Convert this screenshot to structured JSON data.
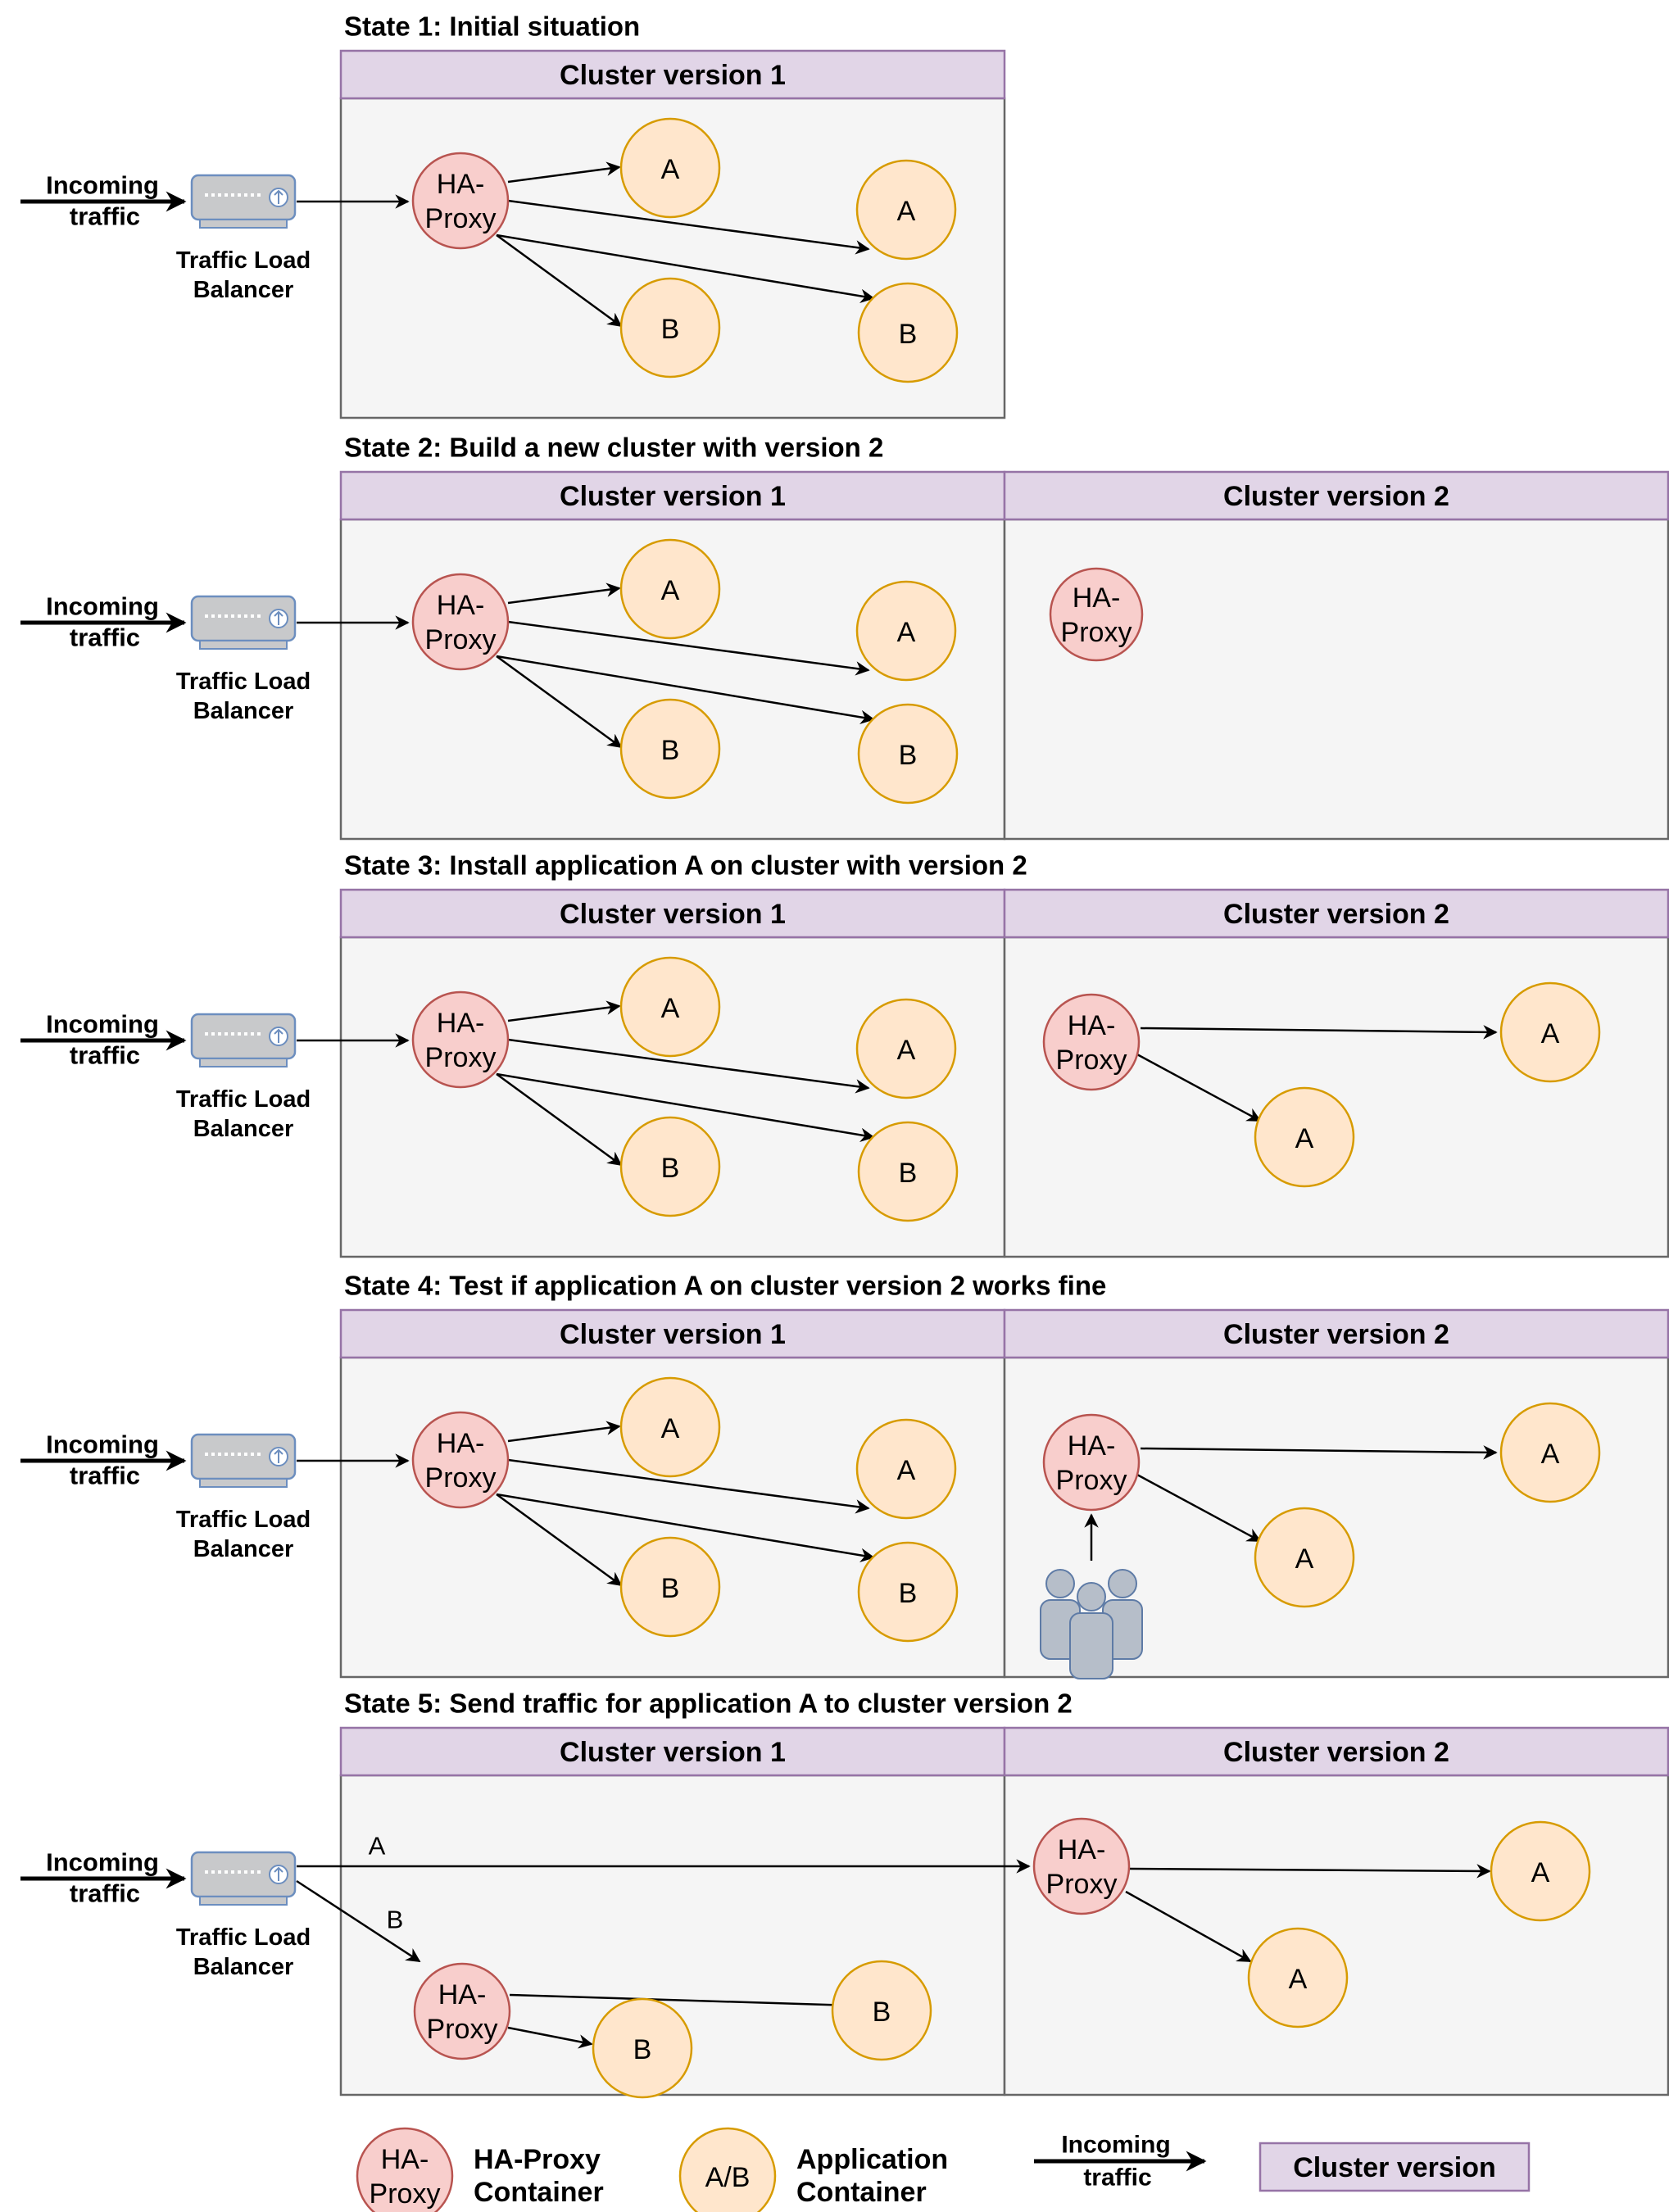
{
  "states": [
    {
      "title": "State 1: Initial situation",
      "clusters": [
        "Cluster version 1"
      ],
      "lb": {
        "line1": "Incoming",
        "line2": "traffic",
        "label1": "Traffic Load",
        "label2": "Balancer"
      },
      "nodes": [
        {
          "kind": "proxy",
          "l1": "HA-",
          "l2": "Proxy"
        },
        {
          "kind": "app",
          "label": "A"
        },
        {
          "kind": "app",
          "label": "A"
        },
        {
          "kind": "app",
          "label": "B"
        },
        {
          "kind": "app",
          "label": "B"
        }
      ]
    },
    {
      "title": "State 2: Build a new cluster with version 2",
      "clusters": [
        "Cluster version 1",
        "Cluster version 2"
      ],
      "lb": {
        "line1": "Incoming",
        "line2": "traffic",
        "label1": "Traffic Load",
        "label2": "Balancer"
      },
      "nodes": [
        {
          "kind": "proxy",
          "l1": "HA-",
          "l2": "Proxy"
        },
        {
          "kind": "app",
          "label": "A"
        },
        {
          "kind": "app",
          "label": "A"
        },
        {
          "kind": "app",
          "label": "B"
        },
        {
          "kind": "app",
          "label": "B"
        },
        {
          "kind": "proxy",
          "l1": "HA-",
          "l2": "Proxy"
        }
      ]
    },
    {
      "title": "State 3: Install application A on cluster with version 2",
      "clusters": [
        "Cluster version 1",
        "Cluster version 2"
      ],
      "lb": {
        "line1": "Incoming",
        "line2": "traffic",
        "label1": "Traffic Load",
        "label2": "Balancer"
      },
      "nodes": [
        {
          "kind": "proxy",
          "l1": "HA-",
          "l2": "Proxy"
        },
        {
          "kind": "app",
          "label": "A"
        },
        {
          "kind": "app",
          "label": "A"
        },
        {
          "kind": "app",
          "label": "B"
        },
        {
          "kind": "app",
          "label": "B"
        },
        {
          "kind": "proxy",
          "l1": "HA-",
          "l2": "Proxy"
        },
        {
          "kind": "app",
          "label": "A"
        },
        {
          "kind": "app",
          "label": "A"
        }
      ]
    },
    {
      "title": "State 4: Test if application A on cluster version 2 works fine",
      "clusters": [
        "Cluster version 1",
        "Cluster version 2"
      ],
      "lb": {
        "line1": "Incoming",
        "line2": "traffic",
        "label1": "Traffic Load",
        "label2": "Balancer"
      },
      "nodes": [
        {
          "kind": "proxy",
          "l1": "HA-",
          "l2": "Proxy"
        },
        {
          "kind": "app",
          "label": "A"
        },
        {
          "kind": "app",
          "label": "A"
        },
        {
          "kind": "app",
          "label": "B"
        },
        {
          "kind": "app",
          "label": "B"
        },
        {
          "kind": "proxy",
          "l1": "HA-",
          "l2": "Proxy"
        },
        {
          "kind": "app",
          "label": "A"
        },
        {
          "kind": "app",
          "label": "A"
        }
      ],
      "testers_icon": "users-group-icon"
    },
    {
      "title": "State 5: Send traffic for application A to cluster version 2",
      "clusters": [
        "Cluster version 1",
        "Cluster version 2"
      ],
      "lb": {
        "line1": "Incoming",
        "line2": "traffic",
        "label1": "Traffic Load",
        "label2": "Balancer"
      },
      "route_labels": [
        "A",
        "B"
      ],
      "nodes": [
        {
          "kind": "proxy",
          "l1": "HA-",
          "l2": "Proxy"
        },
        {
          "kind": "proxy",
          "l1": "HA-",
          "l2": "Proxy"
        },
        {
          "kind": "app",
          "label": "B"
        },
        {
          "kind": "app",
          "label": "B"
        },
        {
          "kind": "app",
          "label": "A"
        },
        {
          "kind": "app",
          "label": "A"
        }
      ]
    }
  ],
  "legend": {
    "proxy_circle_l1": "HA-",
    "proxy_circle_l2": "Proxy",
    "proxy_l1": "HA-Proxy",
    "proxy_l2": "Container",
    "app_circle": "A/B",
    "app_l1": "Application",
    "app_l2": "Container",
    "traffic_l1": "Incoming",
    "traffic_l2": "traffic",
    "cluster": "Cluster version"
  },
  "colors": {
    "proxy_fill": "#f8cecc",
    "proxy_stroke": "#b85450",
    "app_fill": "#ffe6cc",
    "app_stroke": "#d79b00",
    "header_fill": "#e1d5e7",
    "header_stroke": "#9673a6",
    "body_fill": "#f5f5f5",
    "body_stroke": "#666666"
  }
}
